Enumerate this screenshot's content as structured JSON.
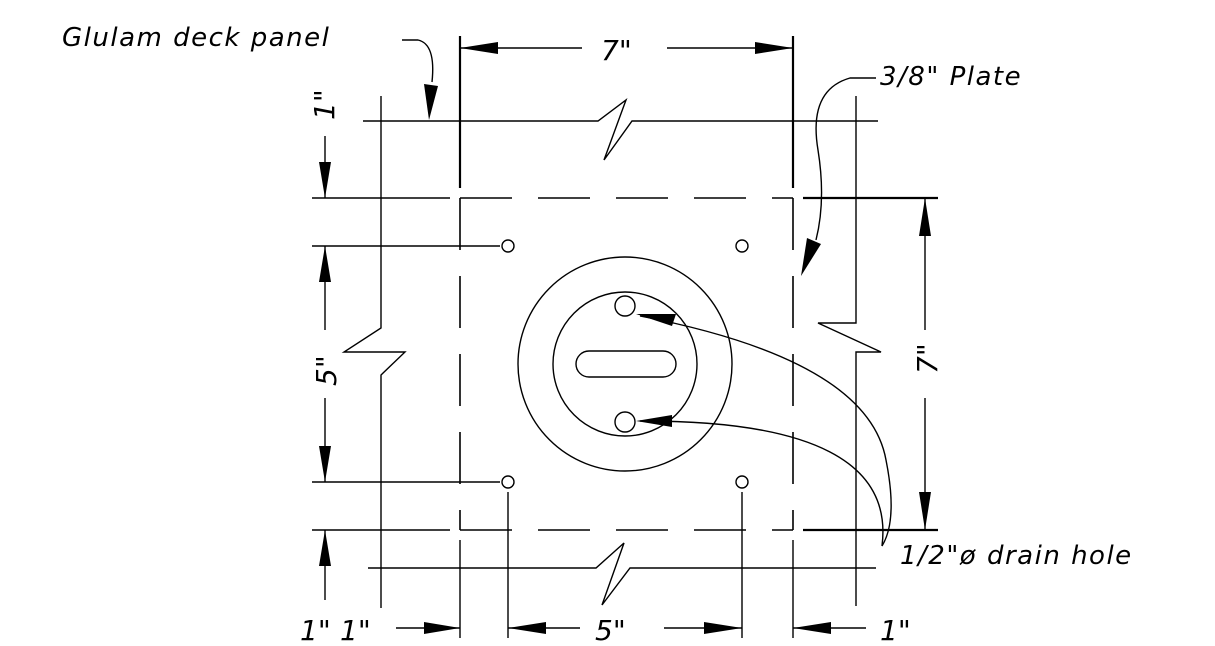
{
  "labels": {
    "deck_panel": "Glulam deck panel",
    "plate": "3/8\" Plate",
    "drain_hole": "1/2\"ø drain hole"
  },
  "dimensions": {
    "top_width": "7\"",
    "right_height": "7\"",
    "left_top": "1\"",
    "left_middle": "5\"",
    "bottom_left_partial": "1\"",
    "bottom_left": "1\"",
    "bottom_middle": "5\"",
    "bottom_right": "1\""
  }
}
